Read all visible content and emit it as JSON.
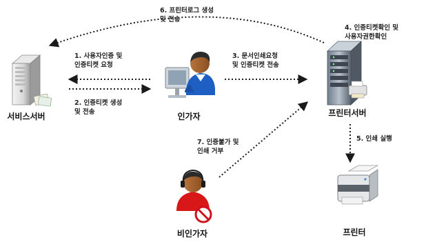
{
  "nodes": {
    "service_server": "서비스서버",
    "authorized_user": "인가자",
    "printer_server": "프린터서버",
    "unauthorized_user": "비인가자",
    "printer": "프린터"
  },
  "steps": {
    "s1": [
      "1. 사용자인증 및",
      "인증티켓 요청"
    ],
    "s2": [
      "2. 인증티켓 생성",
      "및 전송"
    ],
    "s3": [
      "3. 문서인쇄요청",
      "및 인증티켓 전송"
    ],
    "s4": [
      "4. 인증티켓확인 및",
      "사용자권한확인"
    ],
    "s5": [
      "5. 인쇄 실행"
    ],
    "s6": [
      "6. 프린터로그 생성",
      "및 전송"
    ],
    "s7": [
      "7. 인증불가 및",
      "인쇄 거부"
    ]
  },
  "icons": {
    "service_server": "server-tower-icon",
    "authorized_user": "user-at-computer-icon",
    "printer_server": "server-rack-icon",
    "unauthorized_user": "user-blocked-icon",
    "printer": "printer-icon"
  },
  "colors": {
    "arrow": "#1a1a1a",
    "block": "#d0101a",
    "user_shirt": "#1f5fc4",
    "intruder_shirt": "#d81818"
  }
}
